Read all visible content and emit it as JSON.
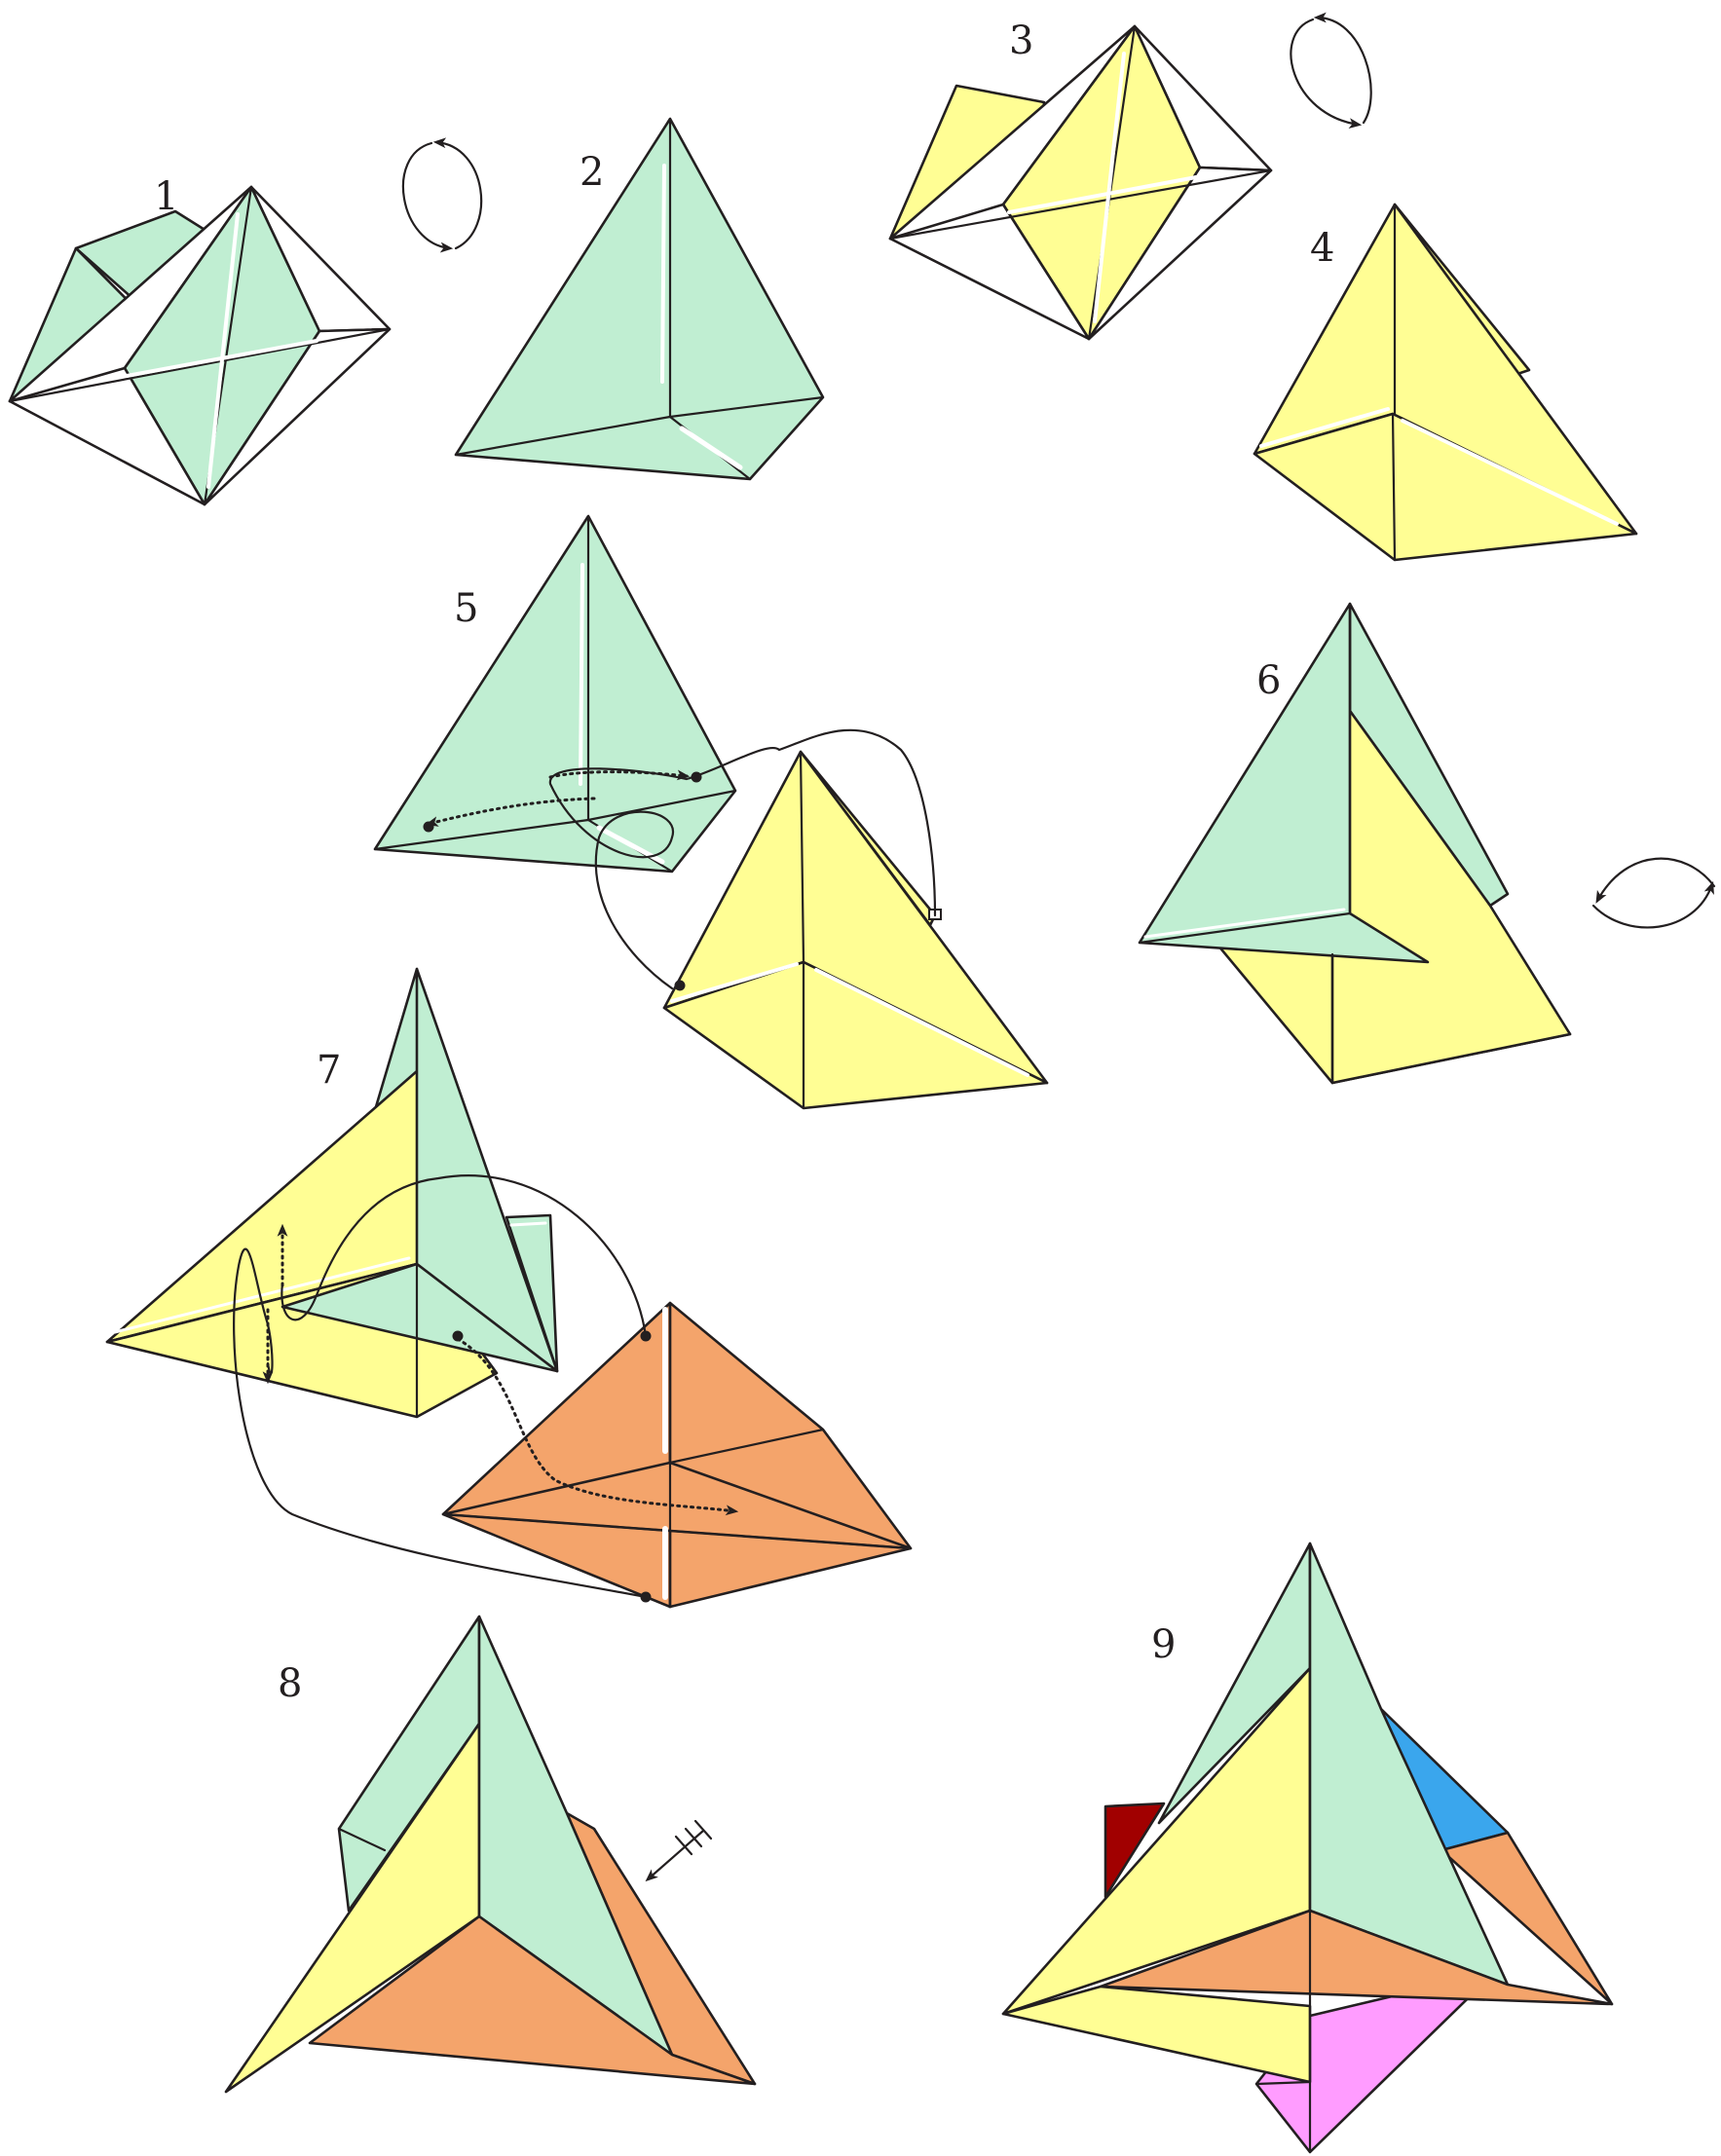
{
  "step_labels": [
    "1",
    "2",
    "3",
    "4",
    "5",
    "6",
    "7",
    "8",
    "9"
  ],
  "colors": {
    "mint": "#c0eed2",
    "yellow": "#fffe94",
    "orange": "#f4a46b",
    "red": "#a10000",
    "blue": "#3aa6ed",
    "pink": "#ff9cff",
    "line": "#231f20",
    "white": "#ffffff"
  },
  "icons": [
    "turn-over-arrows-icon",
    "move-arrow-icon",
    "push-arrow-icon",
    "point-dot-icon"
  ]
}
